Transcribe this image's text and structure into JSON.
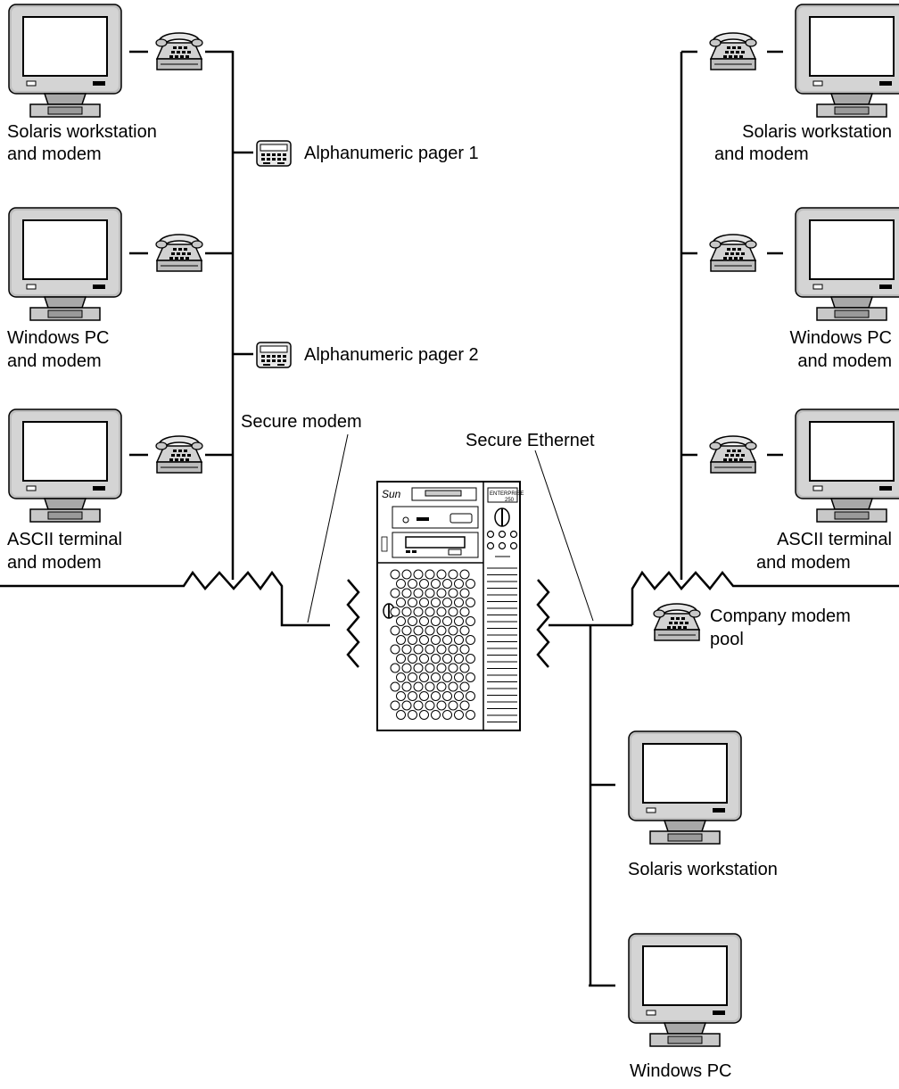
{
  "colors": {
    "line": "#000000",
    "monitor_bezel": "#bdbdbd",
    "monitor_shadow": "#8a8a8a",
    "screen": "#ffffff",
    "phone_body": "#c8c8c8",
    "server_body": "#ffffff"
  },
  "icons": {
    "workstation": "monitor-icon",
    "modem": "telephone-modem-icon",
    "pager": "pager-icon",
    "server": "server-tower-icon"
  },
  "left_group": {
    "node1": {
      "line1": "Solaris workstation",
      "line2": "and modem"
    },
    "node2": {
      "line1": "Windows PC",
      "line2": "and modem"
    },
    "node3": {
      "line1": "ASCII terminal",
      "line2": "and modem"
    }
  },
  "pagers": {
    "pager1": "Alphanumeric pager 1",
    "pager2": "Alphanumeric pager 2"
  },
  "right_group": {
    "node1": {
      "line1": "Solaris workstation",
      "line2": "and modem"
    },
    "node2": {
      "line1": "Windows PC",
      "line2": "and modem"
    },
    "node3": {
      "line1": "ASCII terminal",
      "line2": "and modem"
    }
  },
  "labels": {
    "secure_modem": "Secure modem",
    "secure_ethernet": "Secure Ethernet",
    "modem_pool_line1": "Company modem",
    "modem_pool_line2": "pool",
    "lan_workstation": "Solaris workstation",
    "lan_pc": "Windows PC"
  },
  "server": {
    "brand": "Sun",
    "model_line1": "ENTERPRISE",
    "model_line2": "250"
  }
}
